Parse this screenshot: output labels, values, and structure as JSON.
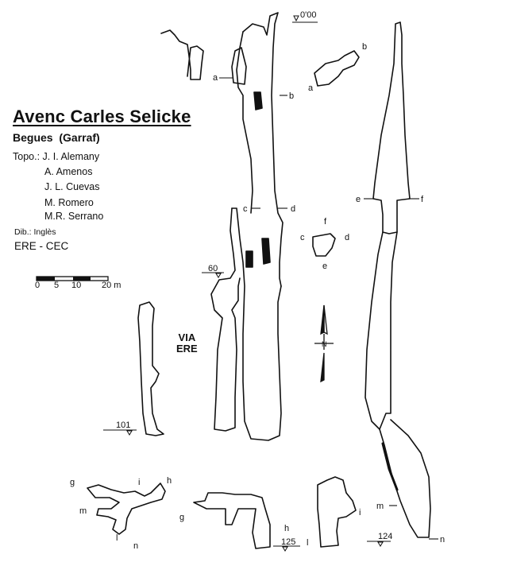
{
  "header": {
    "title": "Avenc Carles Selicke",
    "location": "Begues",
    "region": "(Garraf)"
  },
  "credits": {
    "topo_prefix": "Topo.:",
    "topo_people": [
      "J. I. Alemany",
      "A. Amenos",
      "J. L. Cuevas",
      "M. Romero",
      "M.R. Serrano"
    ],
    "drawing": "Dib.: Inglès",
    "group": "ERE - CEC"
  },
  "scale_bar": {
    "ticks": [
      "0",
      "5",
      "10",
      "20 m"
    ]
  },
  "route_label": [
    "VIA",
    "ERE"
  ],
  "depths": {
    "entrance": "0'00",
    "d60": "60",
    "d101": "101",
    "d124": "124",
    "d125": "125"
  },
  "north_label": "N",
  "section_letters": {
    "a": "a",
    "b": "b",
    "c": "c",
    "d": "d",
    "e": "e",
    "f": "f",
    "g": "g",
    "h": "h",
    "i": "i",
    "l": "l",
    "m": "m",
    "n": "n"
  },
  "colors": {
    "ink": "#111111",
    "paper": "#ffffff"
  }
}
